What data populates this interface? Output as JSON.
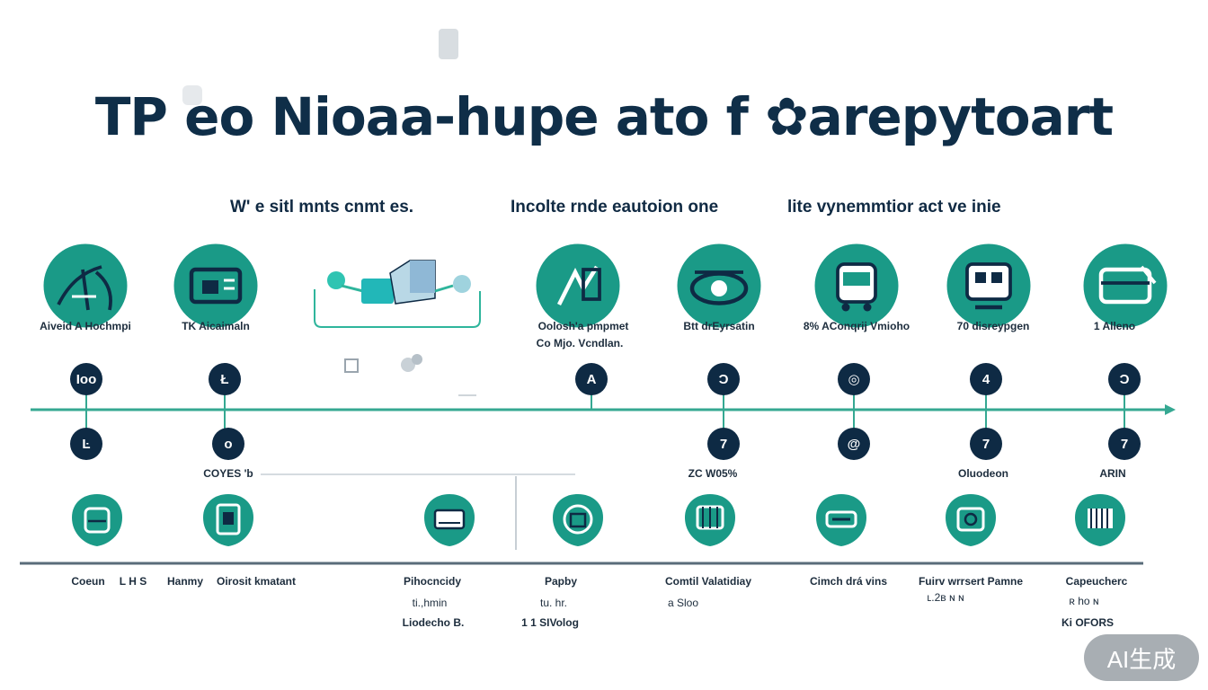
{
  "title": "TP eo Nioaa-hupe ato f ✿arepytoart",
  "subtitles": [
    "W' e sitl mnts cnmt es.",
    "Incolte rnde eautoion one",
    "lite vynemmtior act ve inie"
  ],
  "top_icon_labels": [
    [
      "Aiveid A Hochmpi"
    ],
    [
      "TK Aicaimaln"
    ],
    [
      "Oolosh'a pmpmet",
      "Co Mjo. Vcndlan."
    ],
    [
      "Btt drEyrsatin"
    ],
    [
      "8% AConqrij Vmioho"
    ],
    [
      "70 disreypgen"
    ],
    [
      "1 Alleno"
    ]
  ],
  "upper_nodes": [
    "Ioo",
    "Ł",
    "A",
    "Ɔ",
    "◎",
    "4",
    "Ͻ"
  ],
  "lower_nodes": [
    "Ŀ",
    "o",
    "7",
    "@",
    "7",
    "7"
  ],
  "node_captions": [
    "COYES 'b",
    "ZC W05%",
    "Oluodeon",
    "ARIN"
  ],
  "bottom_labels": [
    [
      "Coeun",
      "L H S",
      "Hanmy",
      "Oirosit kmatant"
    ],
    [
      "Pihocncidy",
      "ti.,hmin",
      "Liodecho B."
    ],
    [
      "Papby",
      "tu. hr.",
      "1 1 SIVolog"
    ],
    [
      "Comtil Valatidiay",
      "a Sloo"
    ],
    [
      "Cimch drá vins"
    ],
    [
      "Fuirv wrrsert Pamne",
      "ʟ.2ʙ ɴ ɴ"
    ],
    [
      "Capeucherc",
      "ʀ ho ɴ",
      "Ki OFORS"
    ]
  ],
  "badge": "AI生成",
  "colors": {
    "teal": "#1a9a87",
    "navy": "#0e2a44",
    "line": "#35a892"
  }
}
